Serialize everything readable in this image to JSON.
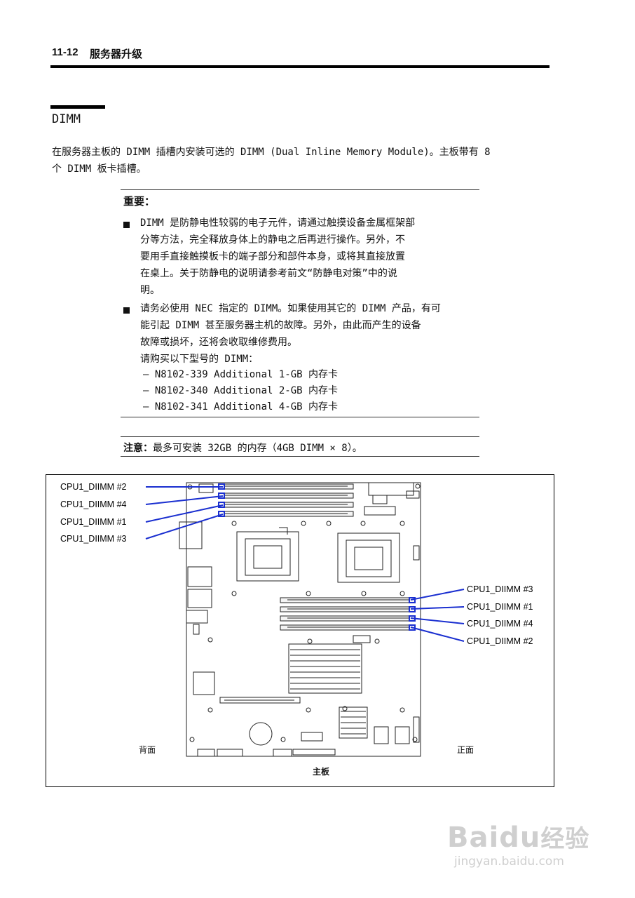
{
  "header": {
    "page_number": "11-12",
    "chapter_title": "服务器升级"
  },
  "section": {
    "title": "DIMM"
  },
  "intro": {
    "lines": [
      "在服务器主板的 DIMM 插槽内安装可选的 DIMM (Dual Inline Memory Module)。主板带有 8",
      "个 DIMM 板卡插槽。"
    ]
  },
  "important": {
    "title": "重要：",
    "bullet1": [
      "DIMM 是防静电性较弱的电子元件，请通过触摸设备金属框架部",
      "分等方法，完全释放身体上的静电之后再进行操作。另外，不",
      "要用手直接触摸板卡的端子部分和部件本身，或将其直接放置",
      "在桌上。关于防静电的说明请参考前文“防静电对策”中的说",
      "明。"
    ],
    "bullet2": [
      "请务必使用 NEC 指定的 DIMM。如果使用其它的 DIMM 产品，有可",
      "能引起 DIMM 甚至服务器主机的故障。另外，由此而产生的设备",
      "故障或损坏，还将会收取维修费用。",
      "请购买以下型号的 DIMM："
    ],
    "models": [
      "–  N8102-339 Additional 1-GB 内存卡",
      "–  N8102-340 Additional 2-GB 内存卡",
      "–  N8102-341 Additional 4-GB  内存卡"
    ]
  },
  "note": {
    "label": "注意：",
    "text": "最多可安装 32GB 的内存（4GB DIMM × 8）。"
  },
  "figure": {
    "left_labels": [
      "CPU1_DIIMM #2",
      "CPU1_DIIMM #4",
      "CPU1_DIIMM #1",
      "CPU1_DIIMM #3"
    ],
    "right_labels": [
      "CPU1_DIIMM #3",
      "CPU1_DIIMM #1",
      "CPU1_DIIMM #4",
      "CPU1_DIIMM #2"
    ],
    "rear_label": "背面",
    "front_label": "正面",
    "caption": "主板",
    "leader_color": "#1a2fd0"
  },
  "watermark": {
    "brand": "Baidu",
    "cn": "经验",
    "url": "jingyan.baidu.com"
  }
}
